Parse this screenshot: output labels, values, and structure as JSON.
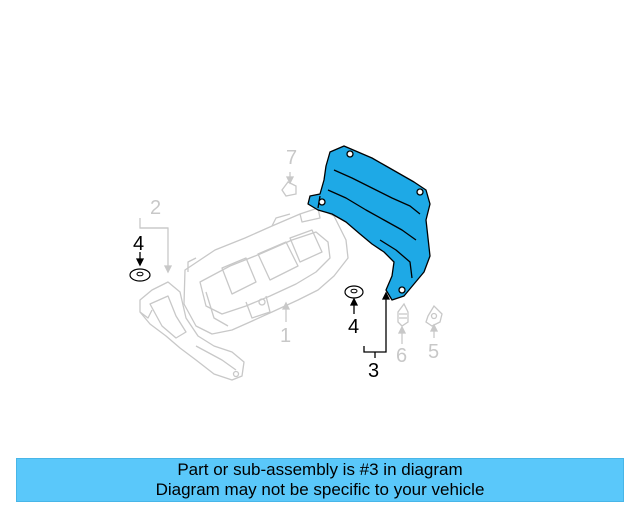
{
  "diagram": {
    "callouts": {
      "part1": "1",
      "part2": "2",
      "part3": "3",
      "part4_left": "4",
      "part4_right": "4",
      "part5": "5",
      "part6": "6",
      "part7": "7"
    }
  },
  "colors": {
    "highlight_fill": "#1ea9e6",
    "faded_line": "#c8c8c8",
    "banner": "#5ac8fa"
  },
  "banner": {
    "line1": "Part or sub-assembly is #3 in diagram",
    "line2": "Diagram may not be specific to your vehicle"
  }
}
